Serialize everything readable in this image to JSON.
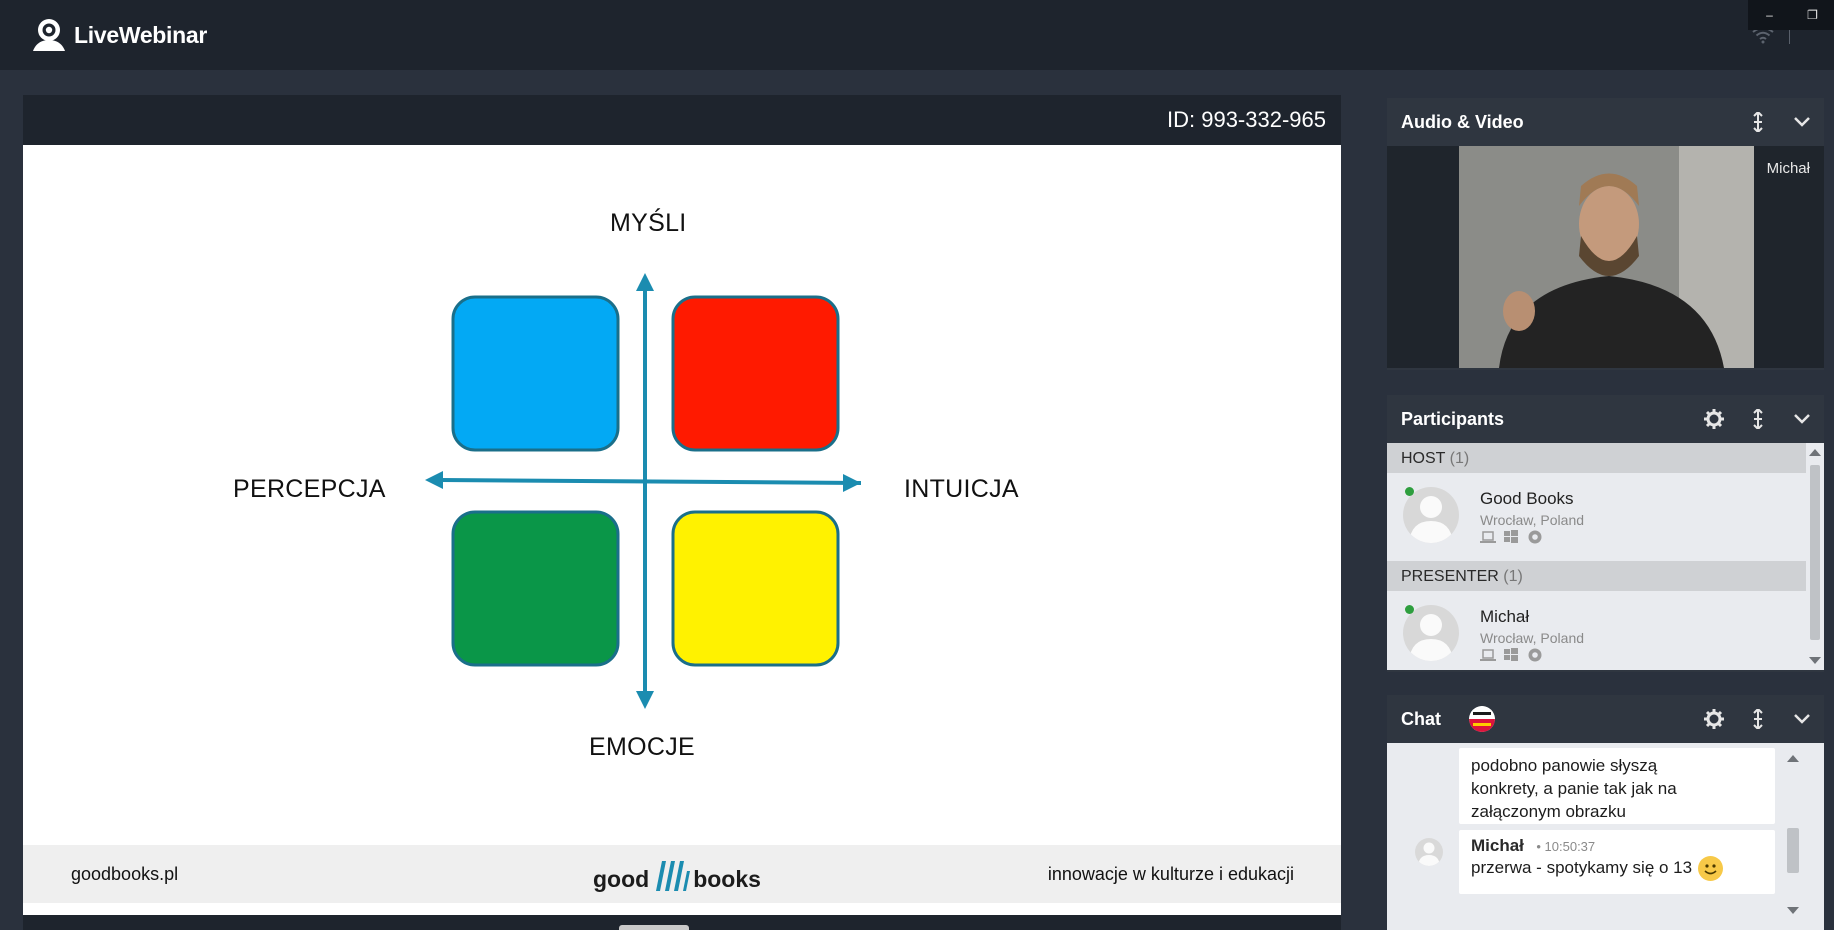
{
  "app": {
    "name": "LiveWebinar",
    "window_controls": [
      "–",
      "❐"
    ]
  },
  "stage": {
    "id_label": "ID: 993-332-965",
    "slide": {
      "label_top": "MYŚLI",
      "label_bottom": "EMOCJE",
      "label_left": "PERCEPCJA",
      "label_right": "INTUICJA",
      "quadrant_colors": {
        "top_left": "#03a9f4",
        "top_right": "#ff1a00",
        "bottom_left": "#0a9648",
        "bottom_right": "#fff200",
        "border": "#1a6f8a",
        "axis": "#1b8cb0"
      },
      "footer": {
        "left": "goodbooks.pl",
        "logo_left": "good",
        "logo_right": "books",
        "right": "innowacje w kulturze i edukacji"
      }
    }
  },
  "audio_video": {
    "title": "Audio & Video",
    "video_name": "Michał"
  },
  "participants": {
    "title": "Participants",
    "groups": [
      {
        "name": "HOST",
        "count": "(1)",
        "member": {
          "name": "Good Books",
          "location": "Wrocław, Poland"
        }
      },
      {
        "name": "PRESENTER",
        "count": "(1)",
        "member": {
          "name": "Michał",
          "location": "Wrocław, Poland"
        }
      }
    ]
  },
  "chat": {
    "title": "Chat",
    "messages": [
      {
        "text_lines": [
          "podobno panowie słyszą",
          "konkrety, a panie tak jak na",
          "załączonym obrazku"
        ]
      },
      {
        "author": "Michał",
        "time": "10:50:37",
        "text": "przerwa - spotykamy się o 13"
      }
    ]
  }
}
